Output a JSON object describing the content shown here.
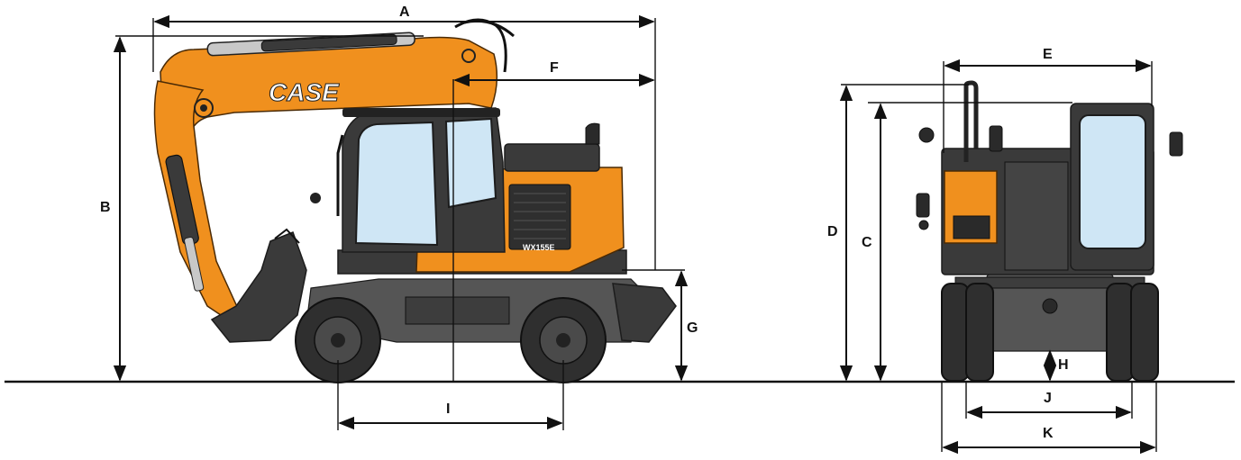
{
  "brand": {
    "logo_text": "CASE",
    "model_badge": "WX155E"
  },
  "colors": {
    "body": "#f0901e",
    "chassis": "#3a3a3a",
    "glass": "#cfe6f5",
    "dimension_lines": "#111111"
  },
  "dimensions": {
    "A": "A",
    "B": "B",
    "C": "C",
    "D": "D",
    "E": "E",
    "F": "F",
    "G": "G",
    "H": "H",
    "I": "I",
    "J": "J",
    "K": "K"
  }
}
